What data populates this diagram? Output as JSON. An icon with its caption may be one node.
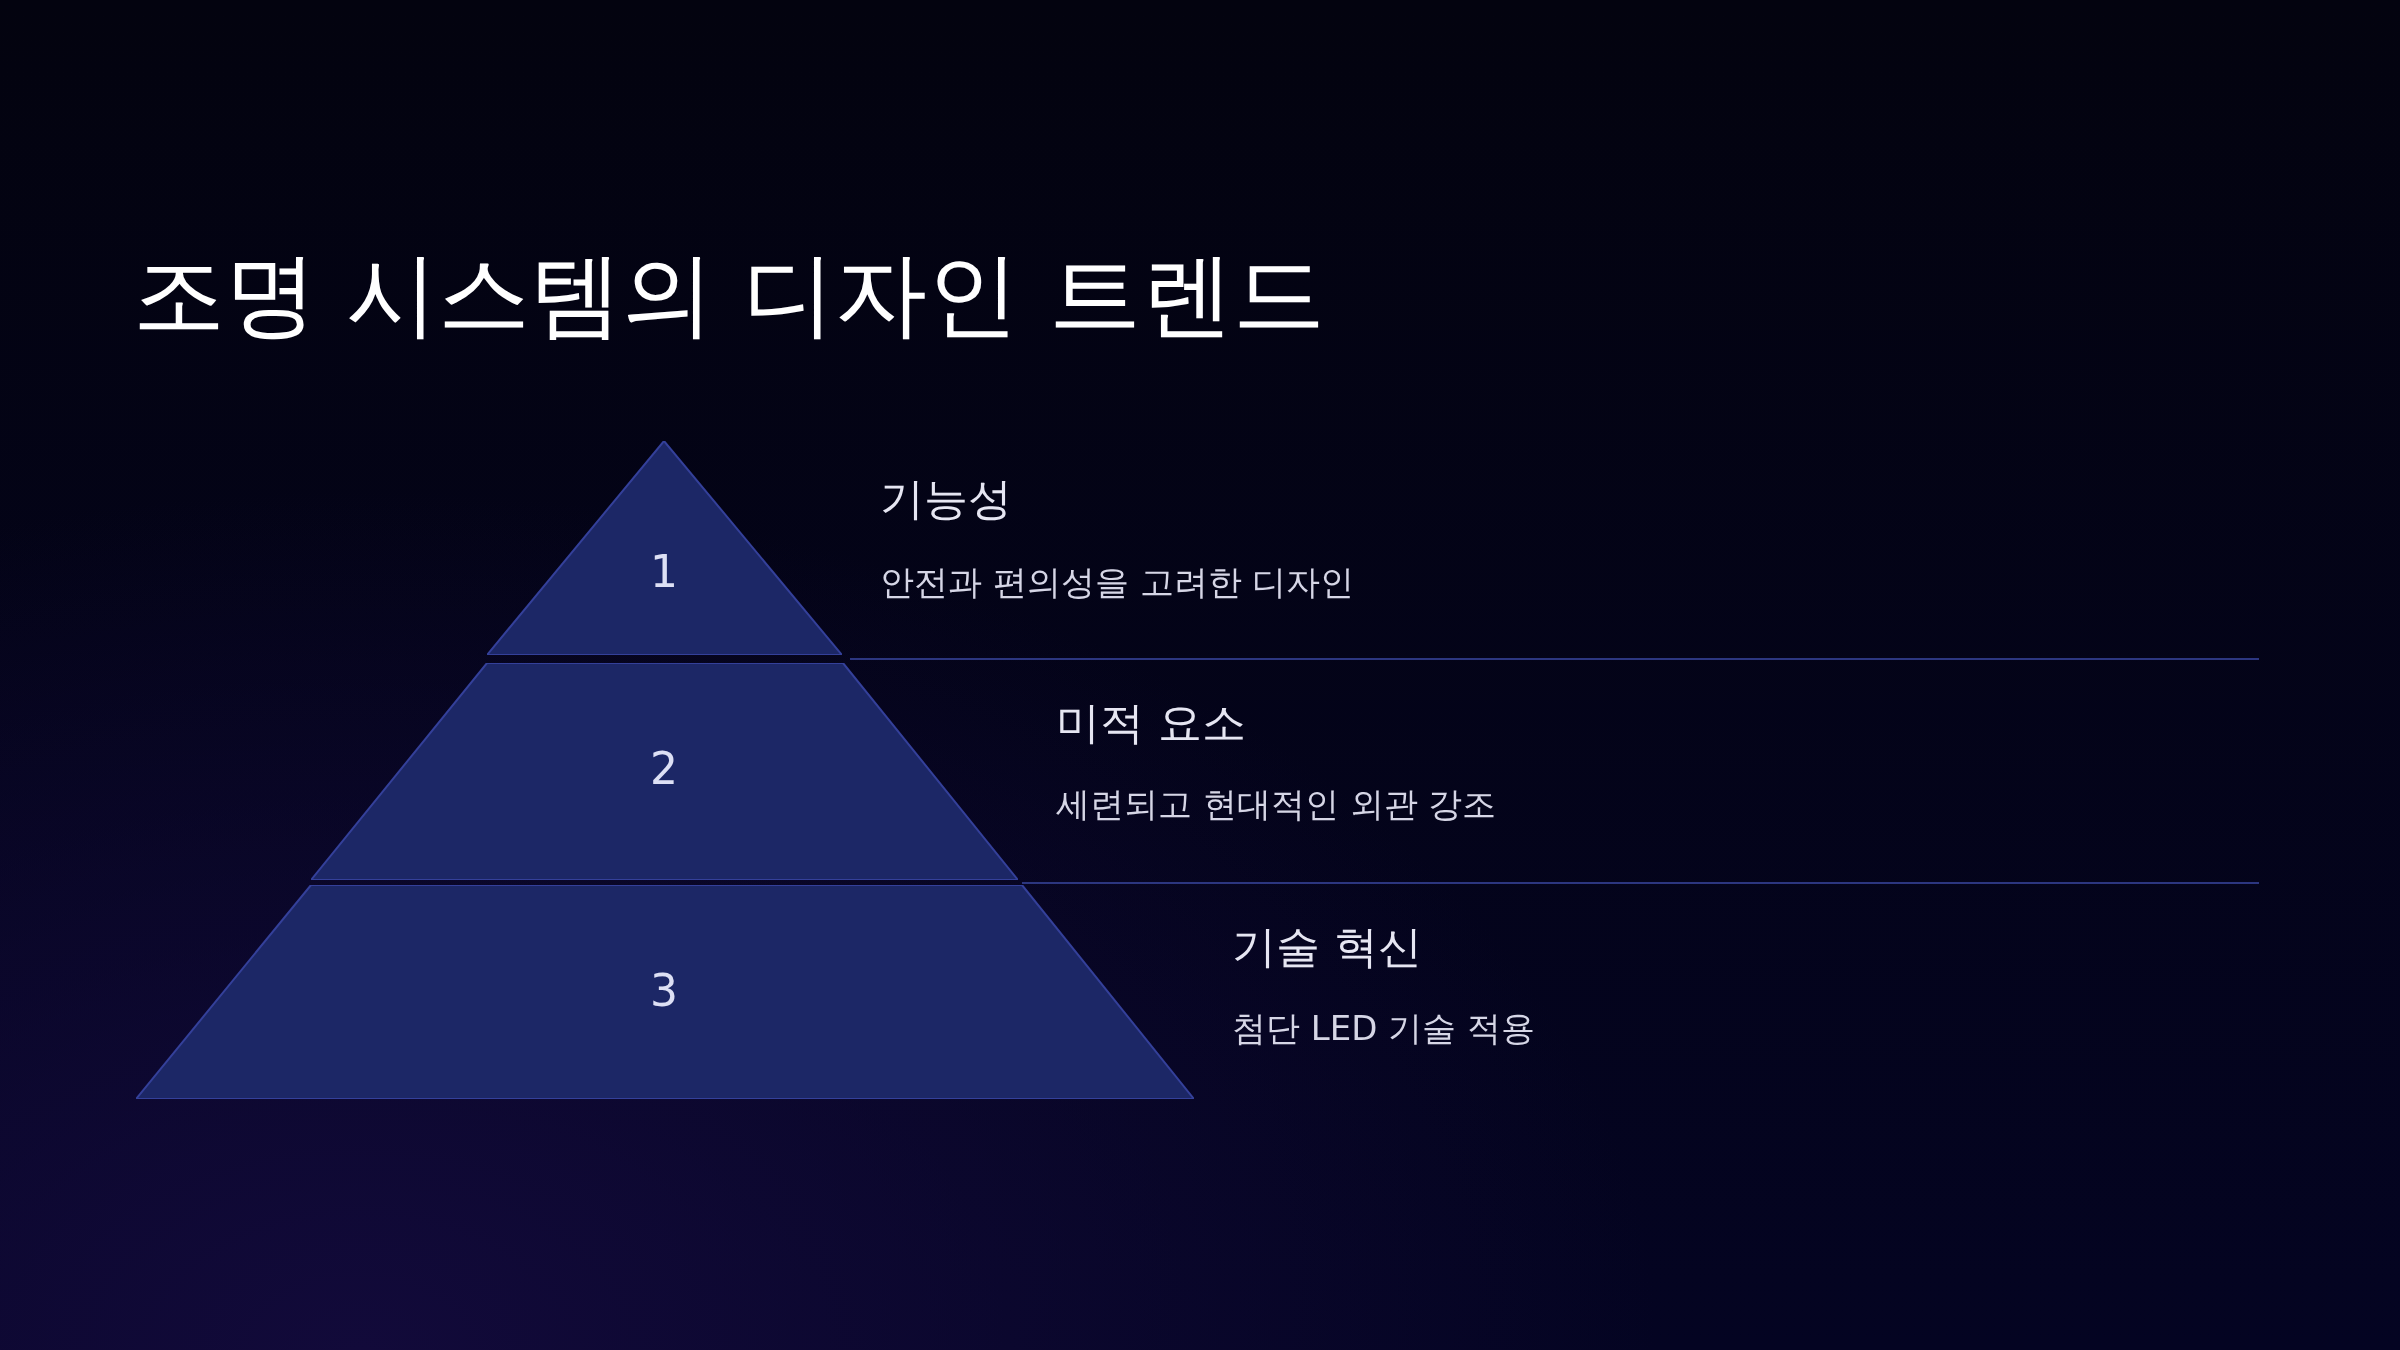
{
  "diagram": {
    "title": "조명 시스템의 디자인 트렌드",
    "nodes": [
      {
        "text": [
          "1"
        ],
        "beside": [
          "기능성",
          "안전과 편의성을 고려한 디자인"
        ]
      },
      {
        "text": [
          "2"
        ],
        "beside": [
          "미적 요소",
          "세련되고 현대적인 외관 강조"
        ]
      },
      {
        "text": [
          "3"
        ],
        "beside": [
          "기술 혁신",
          "첨단 LED 기술 적용"
        ]
      }
    ],
    "edges": []
  }
}
